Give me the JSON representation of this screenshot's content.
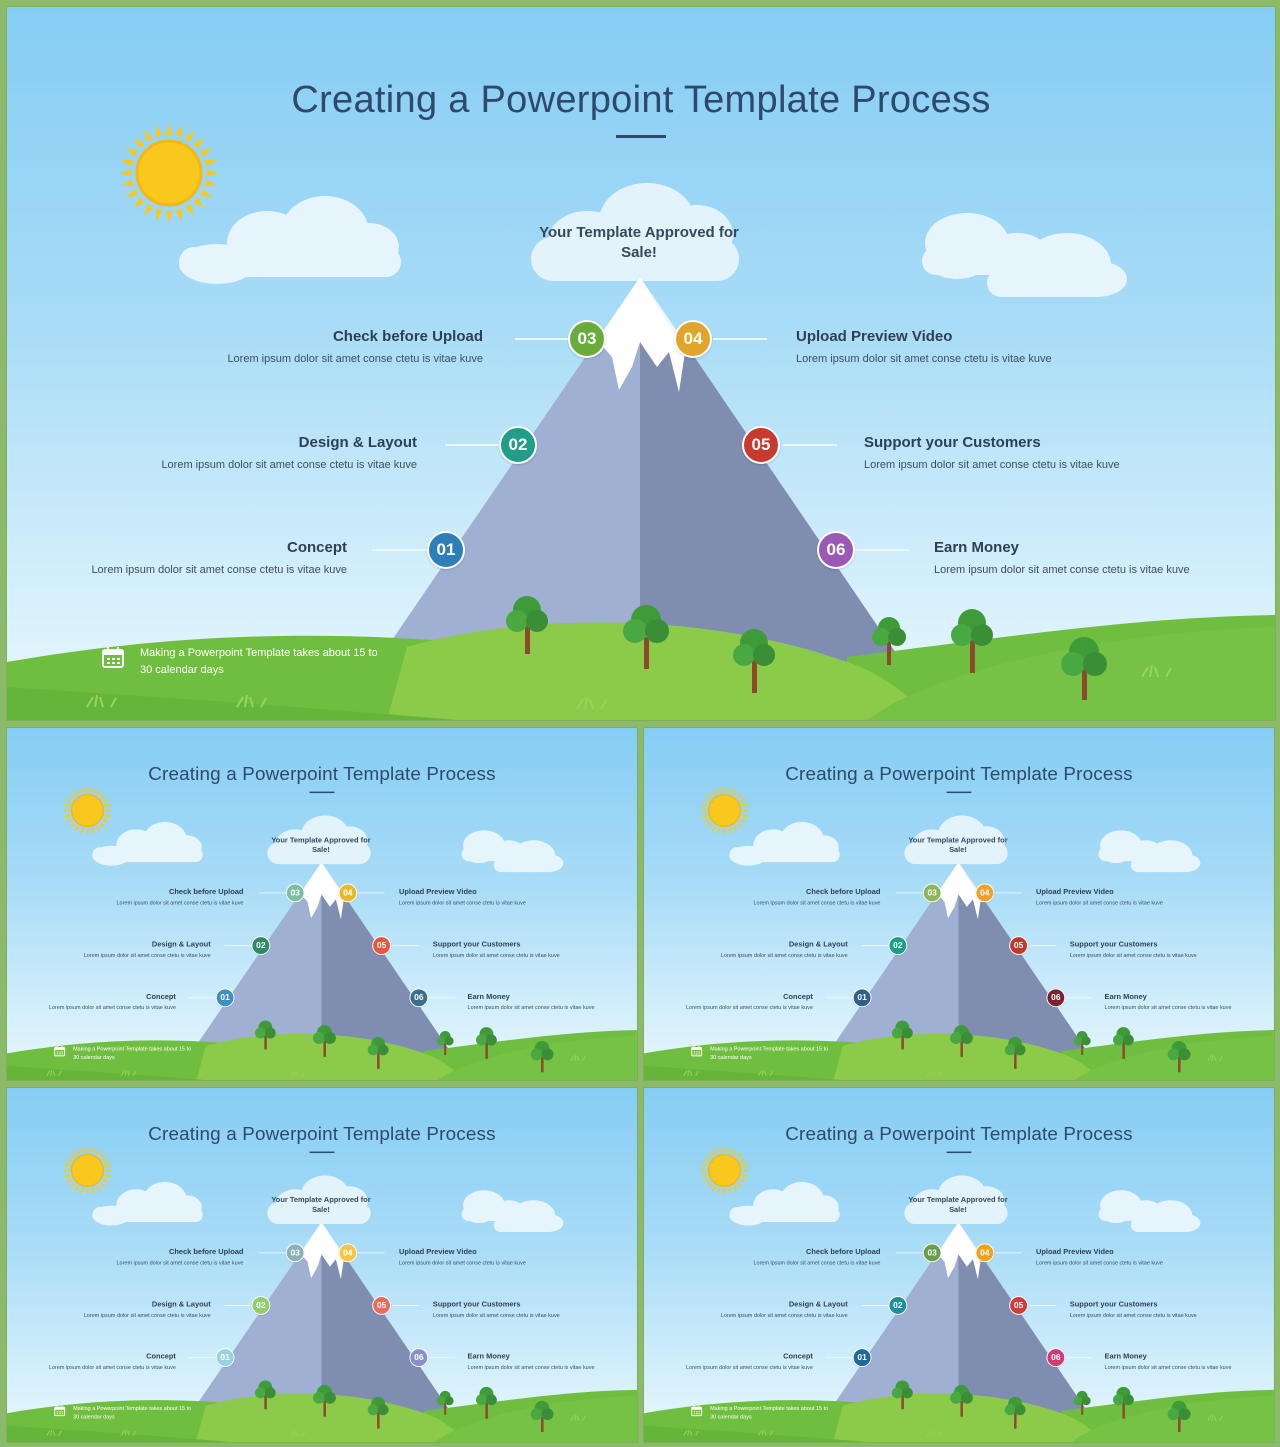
{
  "slides": [
    {
      "title": "Creating a Powerpoint Template Process",
      "summit": "Your Template Approved for Sale!",
      "footer": "Making a Powerpoint Template takes about 15 to 30 calendar days",
      "steps": [
        {
          "number": "01",
          "label": "Concept",
          "desc": "Lorem ipsum dolor sit amet conse ctetu is vitae kuve",
          "color": "#2e7eb8"
        },
        {
          "number": "02",
          "label": "Design & Layout",
          "desc": "Lorem ipsum dolor sit amet conse ctetu is vitae kuve",
          "color": "#1f9e88"
        },
        {
          "number": "03",
          "label": "Check before Upload",
          "desc": "Lorem ipsum dolor sit amet conse ctetu is vitae kuve",
          "color": "#6aac3b"
        },
        {
          "number": "04",
          "label": "Upload Preview Video",
          "desc": "Lorem ipsum dolor sit amet conse ctetu is vitae kuve",
          "color": "#e0a52a"
        },
        {
          "number": "05",
          "label": "Support your Customers",
          "desc": "Lorem ipsum dolor sit amet conse ctetu is vitae kuve",
          "color": "#c83a2f"
        },
        {
          "number": "06",
          "label": "Earn Money",
          "desc": "Lorem ipsum dolor sit amet conse ctetu is vitae kuve",
          "color": "#9b59b6"
        }
      ]
    },
    {
      "title": "Creating a Powerpoint Template Process",
      "summit": "Your Template Approved for Sale!",
      "footer": "Making a Powerpoint Template takes about 15 to 30 calendar days",
      "steps": [
        {
          "number": "01",
          "label": "Concept",
          "desc": "Lorem ipsum dolor sit amet conse ctetu is vitae kuve",
          "color": "#3f8fc4"
        },
        {
          "number": "02",
          "label": "Design & Layout",
          "desc": "Lorem ipsum dolor sit amet conse ctetu is vitae kuve",
          "color": "#2f8a66"
        },
        {
          "number": "03",
          "label": "Check before Upload",
          "desc": "Lorem ipsum dolor sit amet conse ctetu is vitae kuve",
          "color": "#7dbfa3"
        },
        {
          "number": "04",
          "label": "Upload Preview Video",
          "desc": "Lorem ipsum dolor sit amet conse ctetu is vitae kuve",
          "color": "#e8b82d"
        },
        {
          "number": "05",
          "label": "Support your Customers",
          "desc": "Lorem ipsum dolor sit amet conse ctetu is vitae kuve",
          "color": "#e2593f"
        },
        {
          "number": "06",
          "label": "Earn Money",
          "desc": "Lorem ipsum dolor sit amet conse ctetu is vitae kuve",
          "color": "#3c6f8c"
        }
      ]
    },
    {
      "title": "Creating a Powerpoint Template Process",
      "summit": "Your Template Approved for Sale!",
      "footer": "Making a Powerpoint Template takes about 15 to 30 calendar days",
      "steps": [
        {
          "number": "01",
          "label": "Concept",
          "desc": "Lorem ipsum dolor sit amet conse ctetu is vitae kuve",
          "color": "#2d5f8f"
        },
        {
          "number": "02",
          "label": "Design & Layout",
          "desc": "Lorem ipsum dolor sit amet conse ctetu is vitae kuve",
          "color": "#1f9e88"
        },
        {
          "number": "03",
          "label": "Check before Upload",
          "desc": "Lorem ipsum dolor sit amet conse ctetu is vitae kuve",
          "color": "#8fb45a"
        },
        {
          "number": "04",
          "label": "Upload Preview Video",
          "desc": "Lorem ipsum dolor sit amet conse ctetu is vitae kuve",
          "color": "#f0a02a"
        },
        {
          "number": "05",
          "label": "Support your Customers",
          "desc": "Lorem ipsum dolor sit amet conse ctetu is vitae kuve",
          "color": "#c0392b"
        },
        {
          "number": "06",
          "label": "Earn Money",
          "desc": "Lorem ipsum dolor sit amet conse ctetu is vitae kuve",
          "color": "#7a2430"
        }
      ]
    },
    {
      "title": "Creating a Powerpoint Template Process",
      "summit": "Your Template Approved for Sale!",
      "footer": "Making a Powerpoint Template takes about 15 to 30 calendar days",
      "steps": [
        {
          "number": "01",
          "label": "Concept",
          "desc": "Lorem ipsum dolor sit amet conse ctetu is vitae kuve",
          "color": "#9ad3e0"
        },
        {
          "number": "02",
          "label": "Design & Layout",
          "desc": "Lorem ipsum dolor sit amet conse ctetu is vitae kuve",
          "color": "#8fce6a"
        },
        {
          "number": "03",
          "label": "Check before Upload",
          "desc": "Lorem ipsum dolor sit amet conse ctetu is vitae kuve",
          "color": "#8ab0b8"
        },
        {
          "number": "04",
          "label": "Upload Preview Video",
          "desc": "Lorem ipsum dolor sit amet conse ctetu is vitae kuve",
          "color": "#f3c64a"
        },
        {
          "number": "05",
          "label": "Support your Customers",
          "desc": "Lorem ipsum dolor sit amet conse ctetu is vitae kuve",
          "color": "#ea6b5a"
        },
        {
          "number": "06",
          "label": "Earn Money",
          "desc": "Lorem ipsum dolor sit amet conse ctetu is vitae kuve",
          "color": "#8a8fc9"
        }
      ]
    },
    {
      "title": "Creating a Powerpoint Template Process",
      "summit": "Your Template Approved for Sale!",
      "footer": "Making a Powerpoint Template takes about 15 to 30 calendar days",
      "steps": [
        {
          "number": "01",
          "label": "Concept",
          "desc": "Lorem ipsum dolor sit amet conse ctetu is vitae kuve",
          "color": "#1f6a9a"
        },
        {
          "number": "02",
          "label": "Design & Layout",
          "desc": "Lorem ipsum dolor sit amet conse ctetu is vitae kuve",
          "color": "#1e8ea0"
        },
        {
          "number": "03",
          "label": "Check before Upload",
          "desc": "Lorem ipsum dolor sit amet conse ctetu is vitae kuve",
          "color": "#6a9e4f"
        },
        {
          "number": "04",
          "label": "Upload Preview Video",
          "desc": "Lorem ipsum dolor sit amet conse ctetu is vitae kuve",
          "color": "#f0a21e"
        },
        {
          "number": "05",
          "label": "Support your Customers",
          "desc": "Lorem ipsum dolor sit amet conse ctetu is vitae kuve",
          "color": "#d23a3a"
        },
        {
          "number": "06",
          "label": "Earn Money",
          "desc": "Lorem ipsum dolor sit amet conse ctetu is vitae kuve",
          "color": "#d23a73"
        }
      ]
    }
  ],
  "theme": {
    "title_color": "#2e4a6b",
    "mountain_left": "#9fb0d2",
    "mountain_right": "#7f8db0",
    "grass": "#6fbe3f",
    "sun": "#f9c81e"
  }
}
